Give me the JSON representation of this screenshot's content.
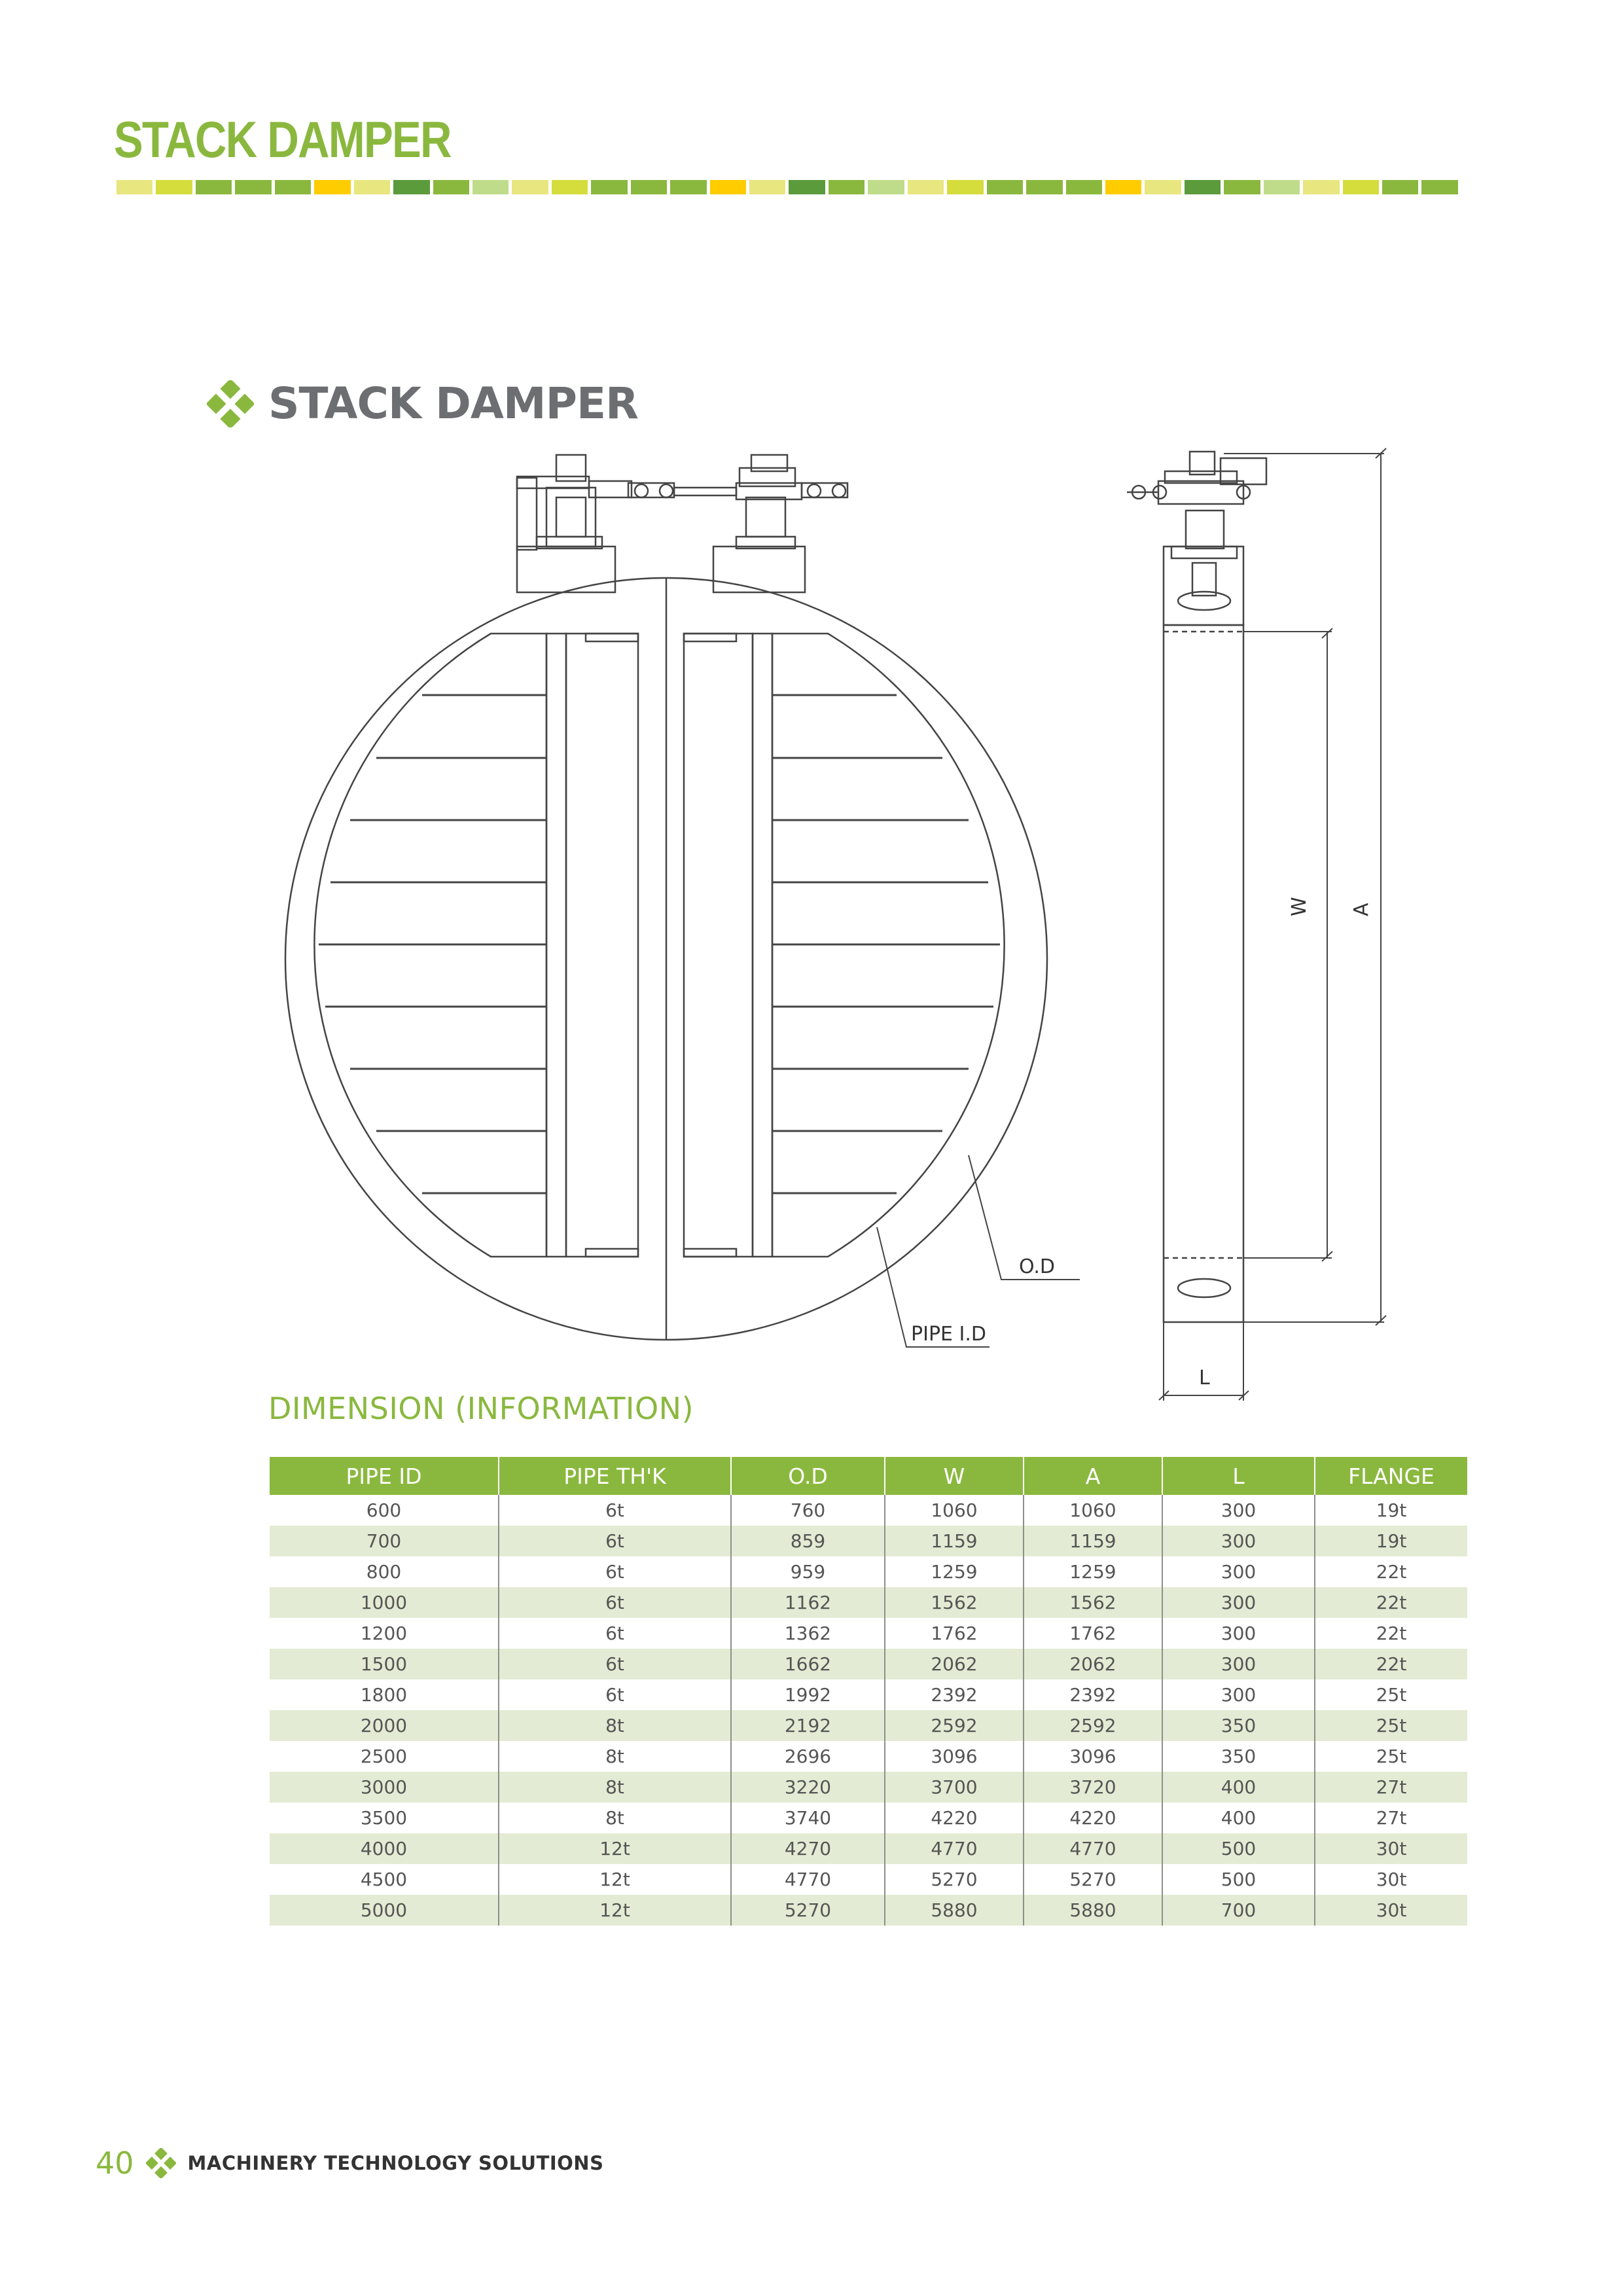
{
  "header": {
    "title": "STACK DAMPER",
    "strip_colors": [
      "#e8e67f",
      "#d4dd3c",
      "#8ab83e",
      "#8ab83e",
      "#8ab83e",
      "#ffcc00",
      "#e8e67f",
      "#5b9b3c",
      "#8ab83e",
      "#bfdc8a",
      "#e8e67f",
      "#d4dd3c",
      "#8ab83e",
      "#8ab83e",
      "#8ab83e",
      "#ffcc00",
      "#e8e67f",
      "#5b9b3c",
      "#8ab83e",
      "#bfdc8a",
      "#e8e67f",
      "#d4dd3c",
      "#8ab83e",
      "#8ab83e",
      "#8ab83e",
      "#ffcc00",
      "#e8e67f",
      "#5b9b3c",
      "#8ab83e",
      "#bfdc8a",
      "#e8e67f",
      "#d4dd3c",
      "#8ab83e",
      "#8ab83e"
    ]
  },
  "section": {
    "title": "STACK DAMPER",
    "icon": "green-diamond-cluster-icon"
  },
  "drawing": {
    "label_od": "O.D",
    "label_pipe_id": "PIPE I.D",
    "label_w": "W",
    "label_a": "A",
    "label_l": "L"
  },
  "dimension": {
    "title": "DIMENSION (INFORMATION)",
    "headers": [
      "PIPE ID",
      "PIPE TH'K",
      "O.D",
      "W",
      "A",
      "L",
      "FLANGE"
    ],
    "rows": [
      [
        "600",
        "6t",
        "760",
        "1060",
        "1060",
        "300",
        "19t"
      ],
      [
        "700",
        "6t",
        "859",
        "1159",
        "1159",
        "300",
        "19t"
      ],
      [
        "800",
        "6t",
        "959",
        "1259",
        "1259",
        "300",
        "22t"
      ],
      [
        "1000",
        "6t",
        "1162",
        "1562",
        "1562",
        "300",
        "22t"
      ],
      [
        "1200",
        "6t",
        "1362",
        "1762",
        "1762",
        "300",
        "22t"
      ],
      [
        "1500",
        "6t",
        "1662",
        "2062",
        "2062",
        "300",
        "22t"
      ],
      [
        "1800",
        "6t",
        "1992",
        "2392",
        "2392",
        "300",
        "25t"
      ],
      [
        "2000",
        "8t",
        "2192",
        "2592",
        "2592",
        "350",
        "25t"
      ],
      [
        "2500",
        "8t",
        "2696",
        "3096",
        "3096",
        "350",
        "25t"
      ],
      [
        "3000",
        "8t",
        "3220",
        "3700",
        "3720",
        "400",
        "27t"
      ],
      [
        "3500",
        "8t",
        "3740",
        "4220",
        "4220",
        "400",
        "27t"
      ],
      [
        "4000",
        "12t",
        "4270",
        "4770",
        "4770",
        "500",
        "30t"
      ],
      [
        "4500",
        "12t",
        "4770",
        "5270",
        "5270",
        "500",
        "30t"
      ],
      [
        "5000",
        "12t",
        "5270",
        "5880",
        "5880",
        "700",
        "30t"
      ]
    ]
  },
  "footer": {
    "page_number": "40",
    "text": "MACHINERY TECHNOLOGY SOLUTIONS",
    "icon": "green-diamond-cluster-icon"
  },
  "colors": {
    "accent": "#8ab83e",
    "row_stripe": "#e4ebd4",
    "heading_gray": "#6d6e71"
  }
}
